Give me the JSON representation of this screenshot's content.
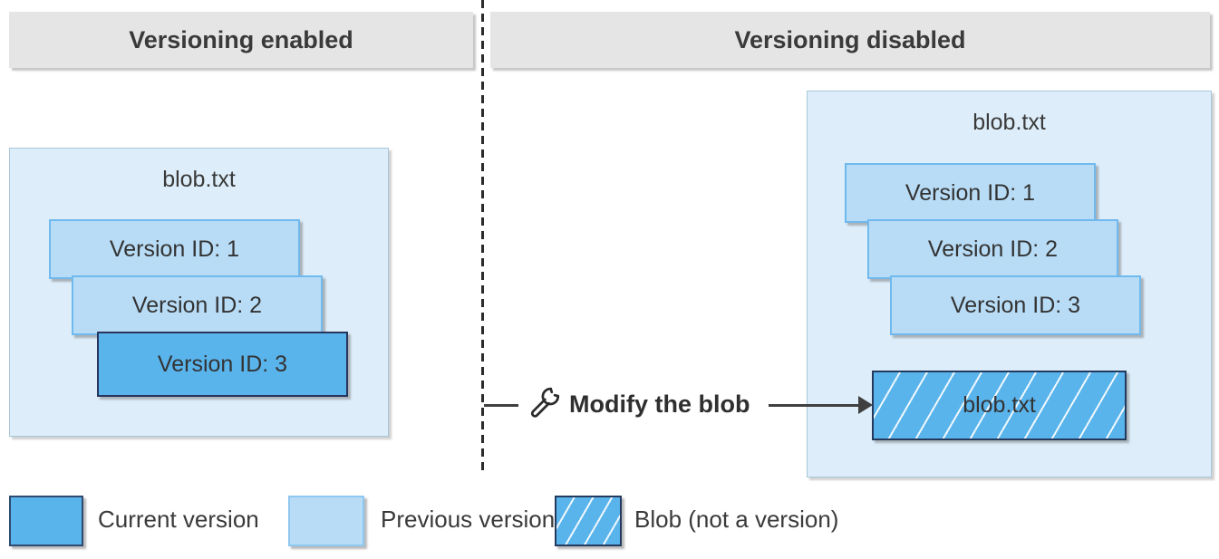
{
  "headers": {
    "left": "Versioning enabled",
    "right": "Versioning disabled"
  },
  "left_panel": {
    "container_title": "blob.txt",
    "versions": [
      {
        "label": "Version ID: 1",
        "type": "previous"
      },
      {
        "label": "Version ID: 2",
        "type": "previous"
      },
      {
        "label": "Version ID: 3",
        "type": "current"
      }
    ]
  },
  "right_panel": {
    "container_title": "blob.txt",
    "versions": [
      {
        "label": "Version ID: 1",
        "type": "previous"
      },
      {
        "label": "Version ID: 2",
        "type": "previous"
      },
      {
        "label": "Version ID: 3",
        "type": "previous"
      }
    ],
    "blob_label": "blob.txt"
  },
  "modify": {
    "icon": "wrench-icon",
    "label": "Modify the blob"
  },
  "legend": [
    {
      "swatch": "current-version-swatch",
      "label": "Current version"
    },
    {
      "swatch": "previous-version-swatch",
      "label": "Previous version"
    },
    {
      "swatch": "blob-hatched-swatch",
      "label": "Blob (not a version)"
    }
  ],
  "colors": {
    "current_version": "#5ab4ec",
    "previous_version": "#b8dcf6",
    "container_fill": "#ddeefa",
    "header_bg": "#e5e5e5",
    "dark_border": "#27355c",
    "light_border": "#6fb9ee",
    "text": "#3a3a3a",
    "arrow": "#404040"
  }
}
